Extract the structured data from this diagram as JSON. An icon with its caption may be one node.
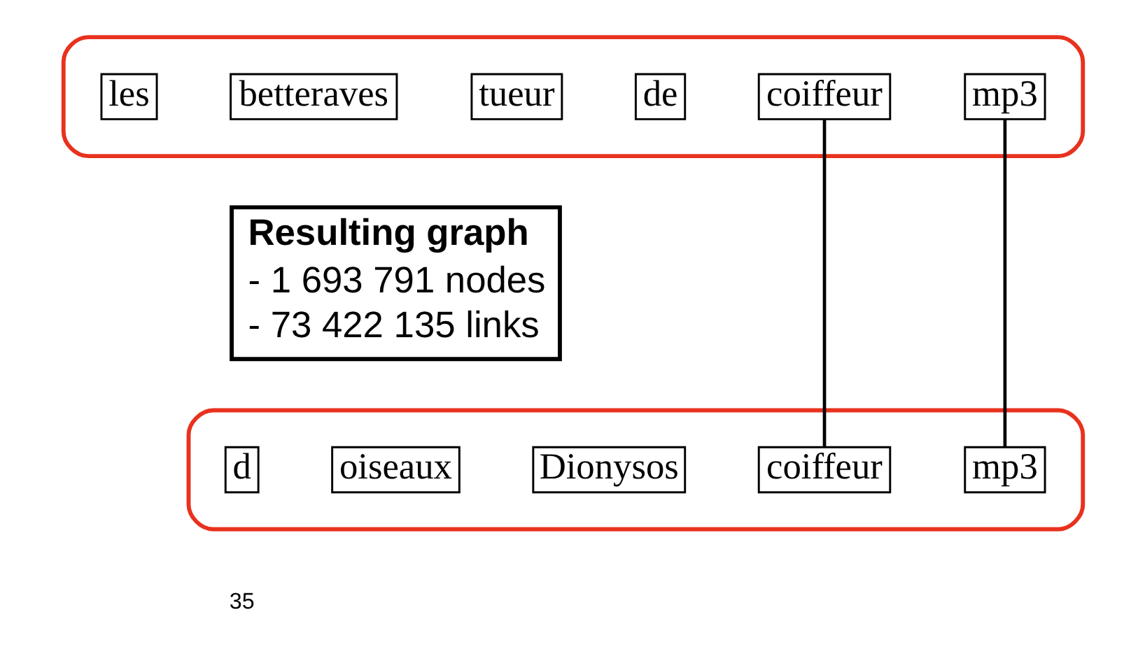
{
  "diagram": {
    "nodes": [
      {
        "text": [],
        "shape": "ellipse"
      },
      {
        "text": [
          "les"
        ],
        "in": 0
      },
      {
        "text": [
          "betteraves"
        ],
        "in": 0
      },
      {
        "text": [
          "tueur"
        ],
        "in": 0
      },
      {
        "text": [
          "de"
        ],
        "in": 0
      },
      {
        "text": [
          "coiffeur"
        ],
        "in": 0
      },
      {
        "text": [
          "mp3"
        ],
        "in": 0
      },
      {
        "text": [],
        "shape": "ellipse"
      },
      {
        "text": [
          "Dionysos"
        ],
        "in": 7
      },
      {
        "text": [
          "coiffeur"
        ],
        "in": 7
      },
      {
        "text": [
          "d"
        ],
        "in": 7
      },
      {
        "text": [
          "oiseaux"
        ],
        "in": 7
      },
      {
        "text": [
          "mp3"
        ],
        "in": 7
      },
      {
        "text": [
          "Resulting graph",
          "- 1 693 791 nodes",
          "- 73 422 135 links"
        ]
      }
    ],
    "edges": [
      {
        "from": 5,
        "to": 9,
        "arrow": "none"
      },
      {
        "from": 6,
        "to": 12,
        "arrow": "none"
      }
    ],
    "labels": [
      "35"
    ]
  }
}
